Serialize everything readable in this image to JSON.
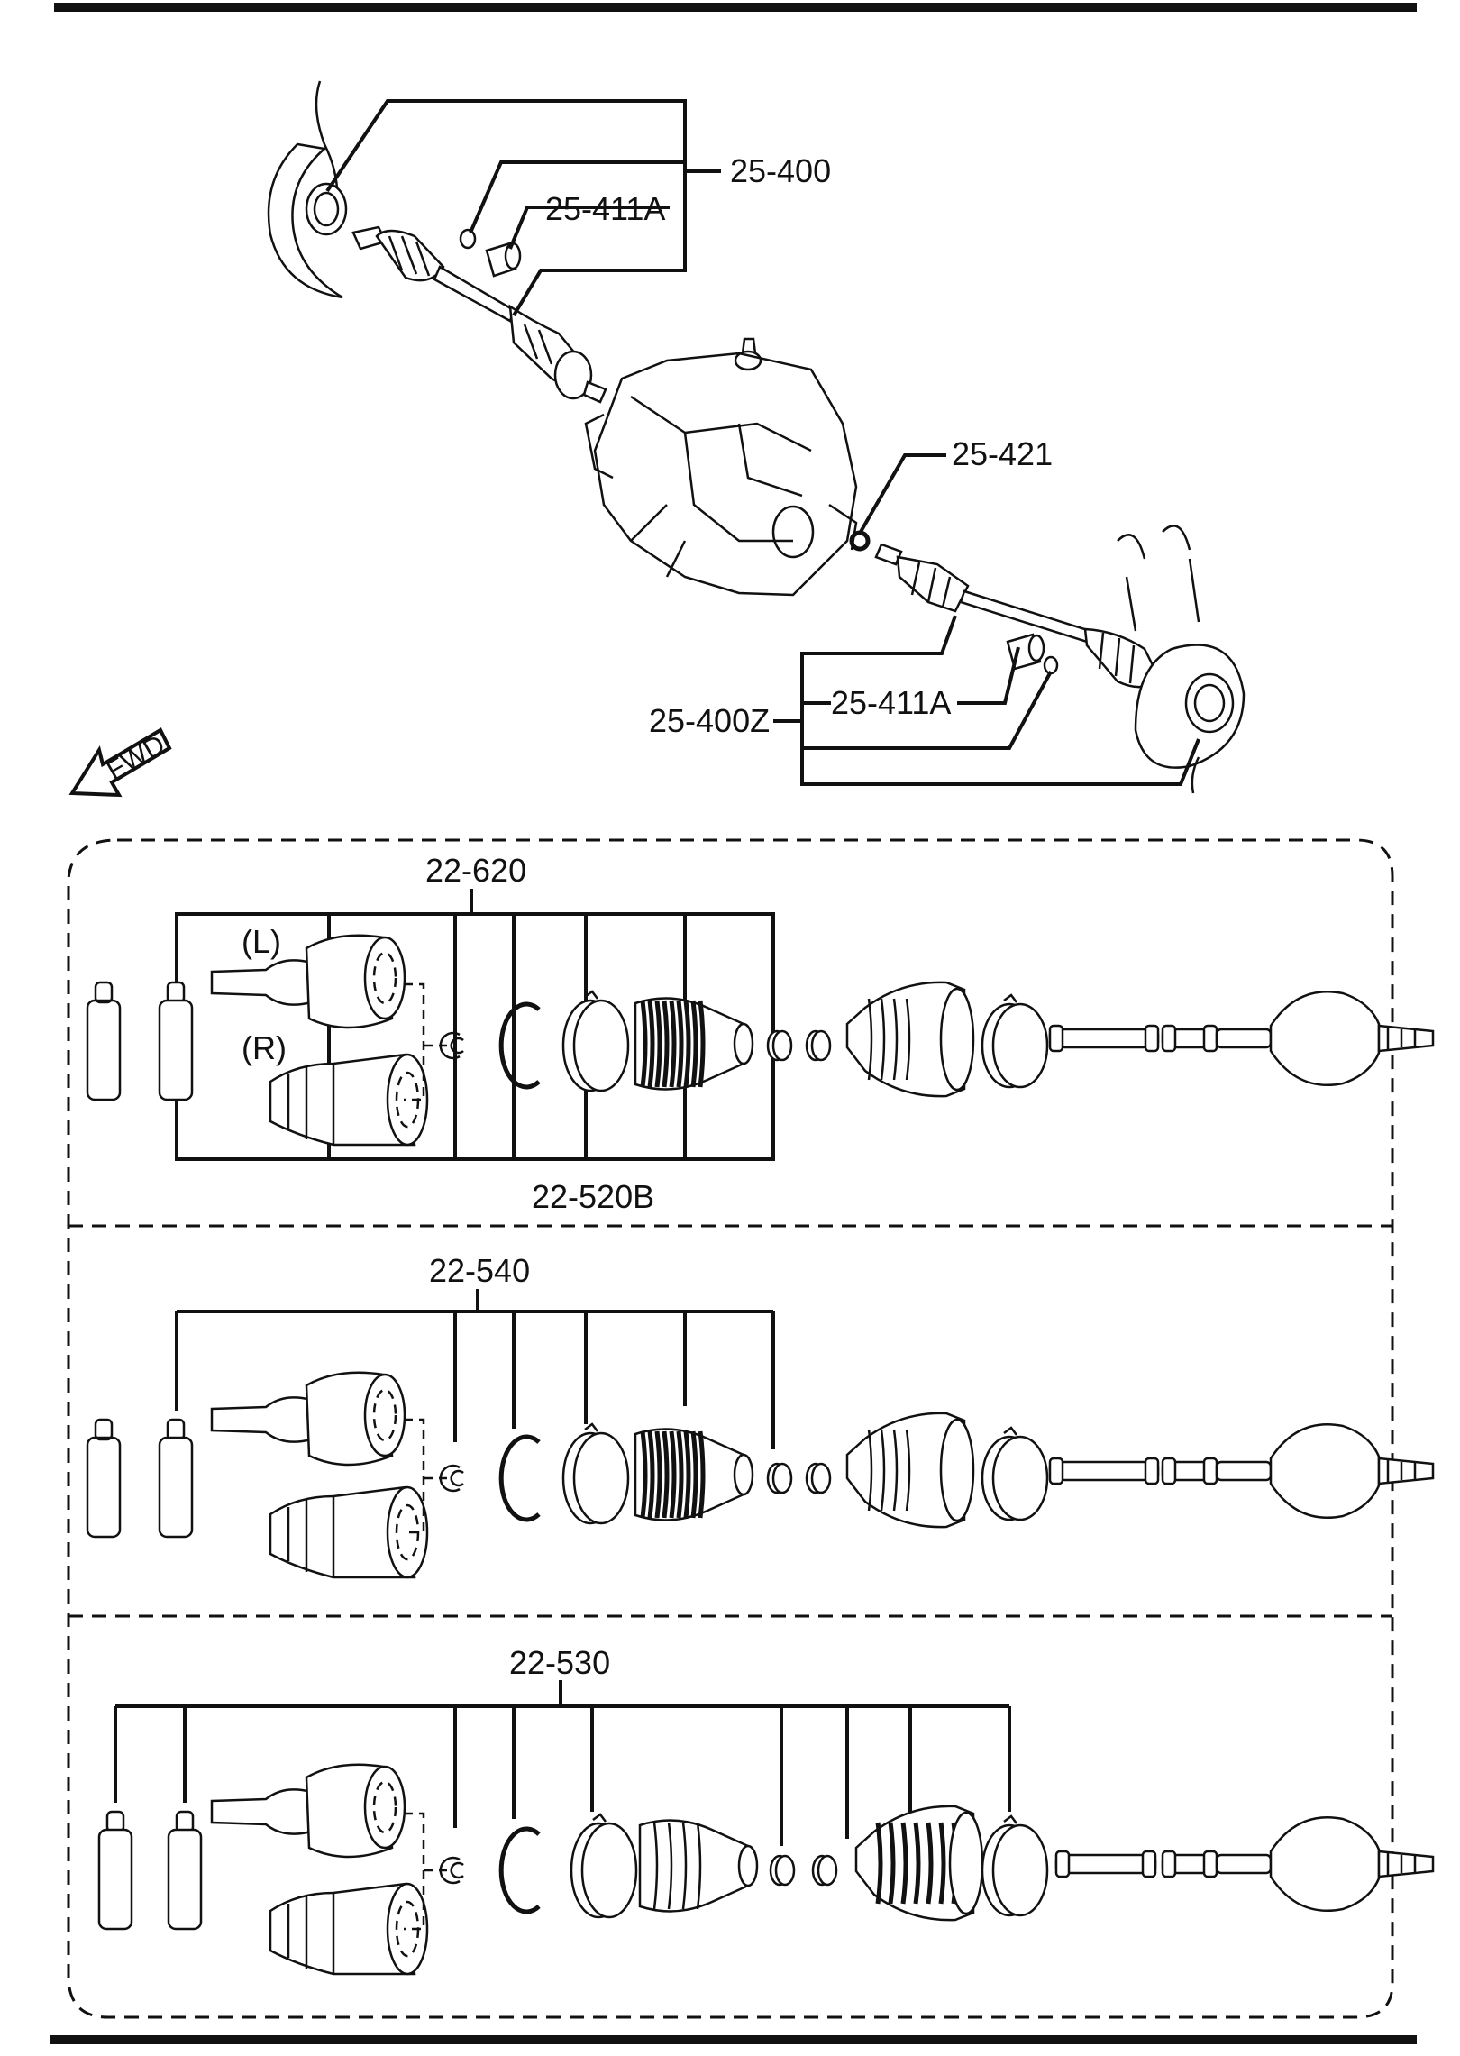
{
  "top": {
    "labels": {
      "rh_shaft": "25-400",
      "rh_kit": "25-411A",
      "clip": "25-421",
      "lh_shaft": "25-400Z",
      "lh_kit": "25-411A"
    },
    "fwd_arrow": "FWD"
  },
  "sections": [
    {
      "label": "22-620",
      "sub_label": "22-520B",
      "left_tag": "(L)",
      "right_tag": "(R)"
    },
    {
      "label": "22-540"
    },
    {
      "label": "22-530"
    }
  ],
  "icons": [
    "transaxle-icon",
    "drive-shaft-icon",
    "wheel-hub-icon",
    "cv-joint-icon",
    "boot-icon",
    "boot-band-icon",
    "snap-ring-icon",
    "clip-icon",
    "grease-tube-icon",
    "fwd-arrow-icon"
  ]
}
